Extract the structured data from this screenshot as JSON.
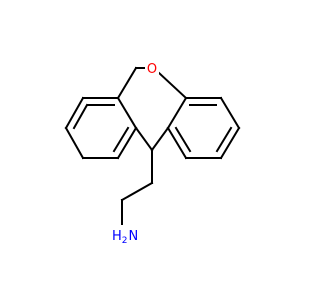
{
  "molecule": {
    "atoms": {
      "oxygen": {
        "symbol": "O",
        "color": "#ff0000"
      },
      "nitrogen": {
        "symbol": "N",
        "hydrogens": "H",
        "subscript": "2",
        "color": "#0000ff"
      }
    },
    "bond_color": "#000000",
    "background": "#ffffff"
  }
}
